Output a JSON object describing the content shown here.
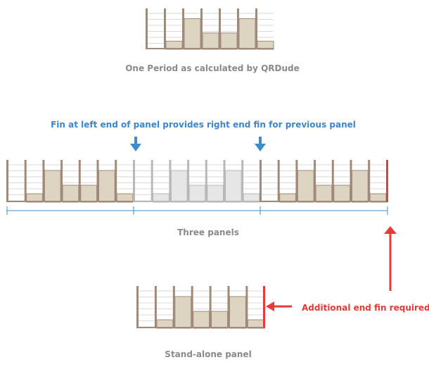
{
  "labels": {
    "one_period": "One Period as calculated by QRDude",
    "fin_note": "Fin at left end of panel provides right end fin for previous panel",
    "three_panels": "Three panels",
    "additional_fin": "Additional end fin required",
    "standalone": "Stand-alone panel"
  },
  "fill_levels": [
    0,
    0.2,
    0.75,
    0.4,
    0.4,
    0.75,
    0.2
  ],
  "colors": {
    "fin": "#a08b7b",
    "fin_light": "#b8b8b8",
    "fill": "#ddd5c2",
    "fill_light": "#e6e6e6",
    "grid": "#dadada",
    "blue": "#3f8cc9",
    "red": "#e83a3a",
    "label": "#8a8a8a",
    "fin_note": "#3d85c6",
    "red_note": "#e53935"
  }
}
